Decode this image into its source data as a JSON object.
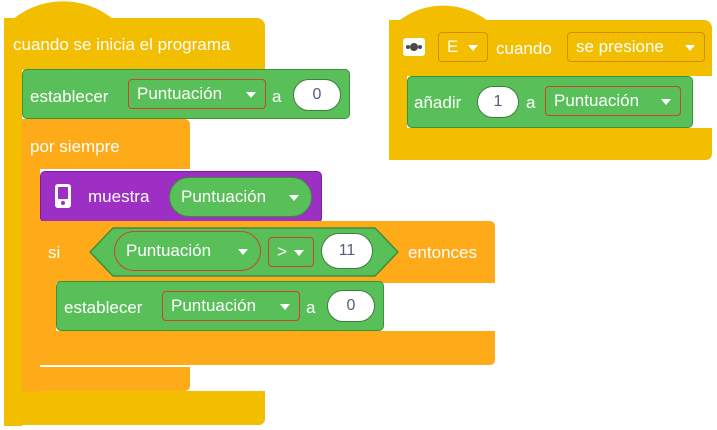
{
  "script1": {
    "hat_label": "cuando se inicia el programa",
    "set_block": {
      "verb": "establecer",
      "variable": "Puntuación",
      "connector": "a",
      "value": "0"
    },
    "forever_label": "por siempre",
    "display_block": {
      "label": "muestra",
      "reporter": "Puntuación"
    },
    "if_block": {
      "if_label": "si",
      "left": "Puntuación",
      "operator": ">",
      "right": "11",
      "then_label": "entonces"
    },
    "inner_set_block": {
      "verb": "establecer",
      "variable": "Puntuación",
      "connector": "a",
      "value": "0"
    }
  },
  "script2": {
    "hat": {
      "key": "E",
      "when": "cuando",
      "event": "se presione"
    },
    "change_block": {
      "verb": "añadir",
      "amount": "1",
      "connector": "a",
      "variable": "Puntuación"
    }
  },
  "colors": {
    "events": "#f3bd00",
    "control": "#ffab19",
    "variables": "#59c059",
    "display": "#9d2fc4",
    "field_border": "#c9452b"
  }
}
